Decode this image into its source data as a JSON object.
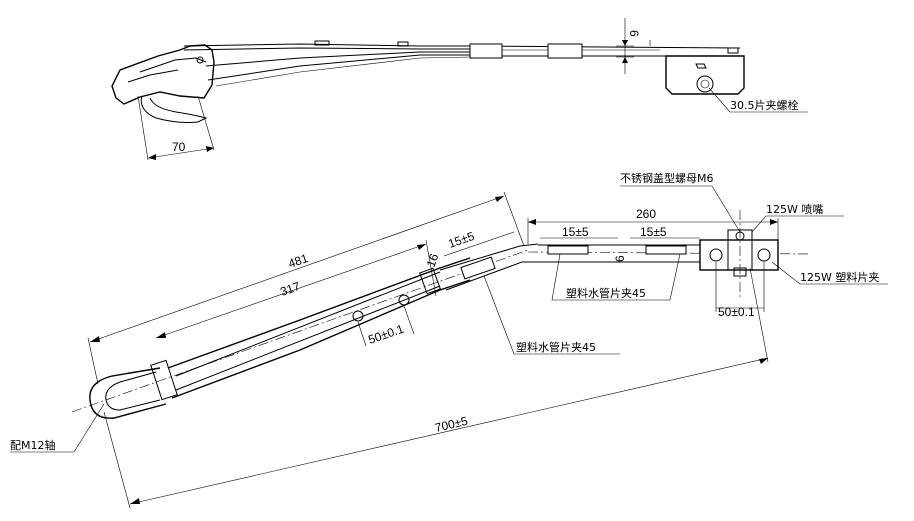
{
  "top_view": {
    "dim_width": "70",
    "dim_thickness": "6",
    "label_bolt": "30.5片夹螺栓"
  },
  "bottom_view": {
    "dim_arm_length": "481",
    "dim_inner_length": "317",
    "dim_total": "700±5",
    "dim_hole_pitch": "50±0.1",
    "dim_small_16": "16",
    "dim_offset": "15±5",
    "dim_head": "260",
    "dim_seg1": "15±5",
    "dim_seg2": "15±5",
    "dim_clip_pitch": "50±0.1",
    "dim_small_6": "6",
    "label_nut": "不锈钢盖型螺母M6",
    "label_nozzle": "125W 喷嘴",
    "label_plastic_clip": "125W 塑料片夹",
    "label_hose_clip_1": "塑料水管片夹45",
    "label_hose_clip_2": "塑料水管片夹45",
    "label_shaft": "配M12轴"
  }
}
